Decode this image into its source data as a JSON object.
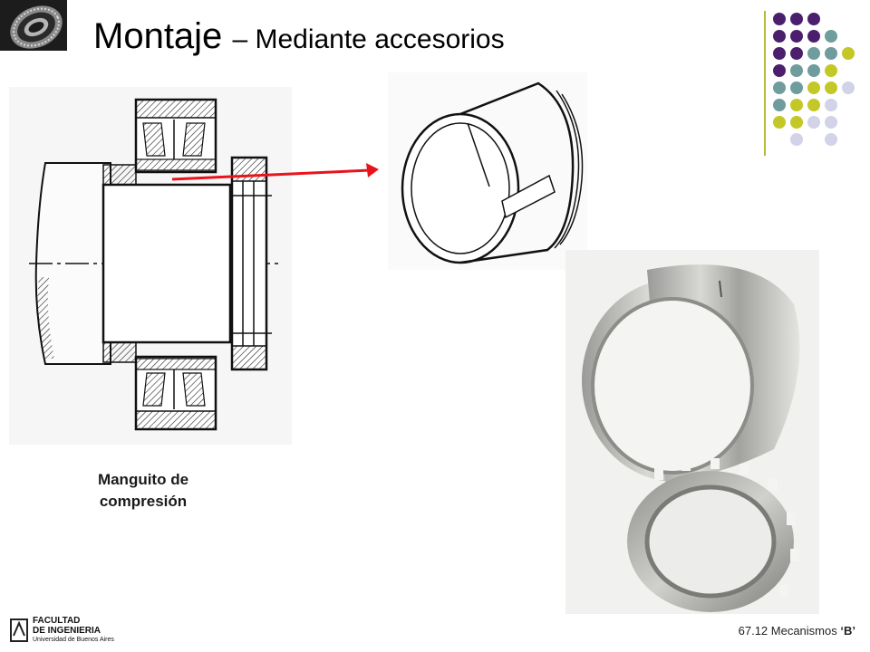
{
  "slide": {
    "title_main": "Montaje",
    "title_sub": "– Mediante accesorios",
    "caption_line1": "Manguito de",
    "caption_line2": "compresión",
    "course_code": "67.12 Mecanismos",
    "course_letter": "‘B’"
  },
  "footer_logo": {
    "line1": "FACULTAD",
    "line2": "DE INGENIERIA",
    "line3": "Universidad de Buenos Aires"
  },
  "colors": {
    "dot_purple": "#4b1f6e",
    "dot_teal": "#6f9c9c",
    "dot_yellow": "#c4c827",
    "dot_lavender": "#d2d2e8",
    "arrow_red": "#e8141c"
  },
  "icons": {
    "top_left_logo": "bearing-logo-icon"
  }
}
